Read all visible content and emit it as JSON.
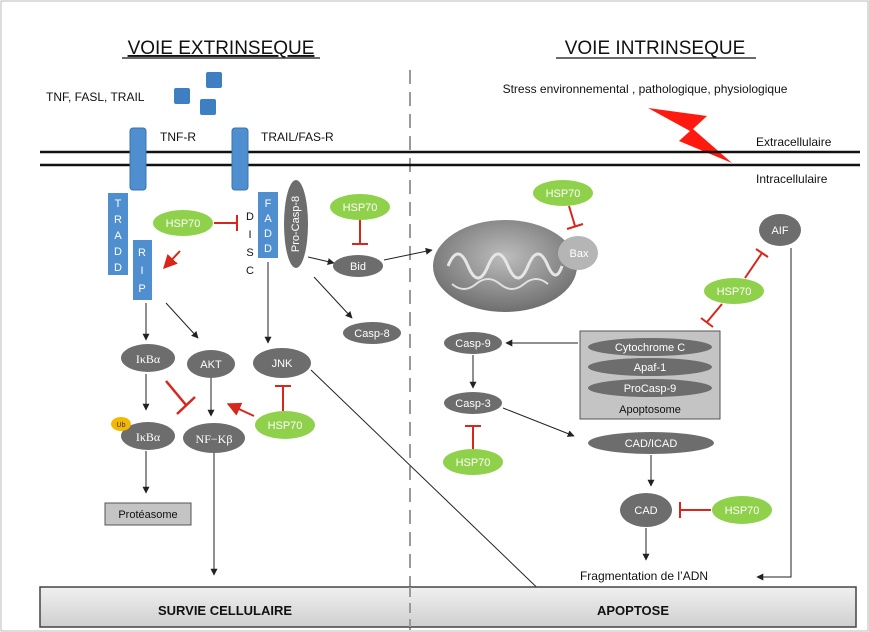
{
  "headers": {
    "extrinsic": "VOIE EXTRINSEQUE",
    "intrinsic": "VOIE INTRINSEQUE"
  },
  "ligands": "TNF, FASL, TRAIL",
  "stress": "Stress environnemental , pathologique, physiologique",
  "membrane": {
    "extra": "Extracellulaire",
    "intra": "Intracellulaire"
  },
  "receptors": {
    "tnfr": "TNF-R",
    "trail": "TRAIL/FAS-R"
  },
  "adaptors": {
    "tradd": [
      "T",
      "R",
      "A",
      "D",
      "D"
    ],
    "rip": [
      "R",
      "I",
      "P"
    ],
    "fadd": [
      "F",
      "A",
      "D",
      "D"
    ],
    "disc": [
      "D",
      "I",
      "S",
      "C"
    ],
    "procasp8": "Pro-Casp-8"
  },
  "nodes": {
    "hsp70": "HSP70",
    "bid": "Bid",
    "bax": "Bax",
    "aif": "AIF",
    "casp8": "Casp-8",
    "ikba": "IκBα",
    "ub": "Ub",
    "akt": "AKT",
    "jnk": "JNK",
    "nfkb": "NF−Kβ",
    "proteasome": "Protéasome",
    "casp9": "Casp-9",
    "casp3": "Casp-3",
    "cadicad": "CAD/ICAD",
    "cad": "CAD",
    "fragmentation": "Fragmentation de l’ADN"
  },
  "apoptosome": {
    "items": [
      "Cytochrome C",
      "Apaf-1",
      "ProCasp-9"
    ],
    "label": "Apoptosome"
  },
  "outcomes": {
    "survival": "SURVIE CELLULAIRE",
    "apoptosis": "APOPTOSE"
  },
  "colors": {
    "receptor_blue": "#4f8fcf",
    "hsp_green": "#8fd14a",
    "node_grey": "#6d6d6d",
    "inhibit_red": "#d9261c",
    "ub_yellow": "#f5b800"
  }
}
